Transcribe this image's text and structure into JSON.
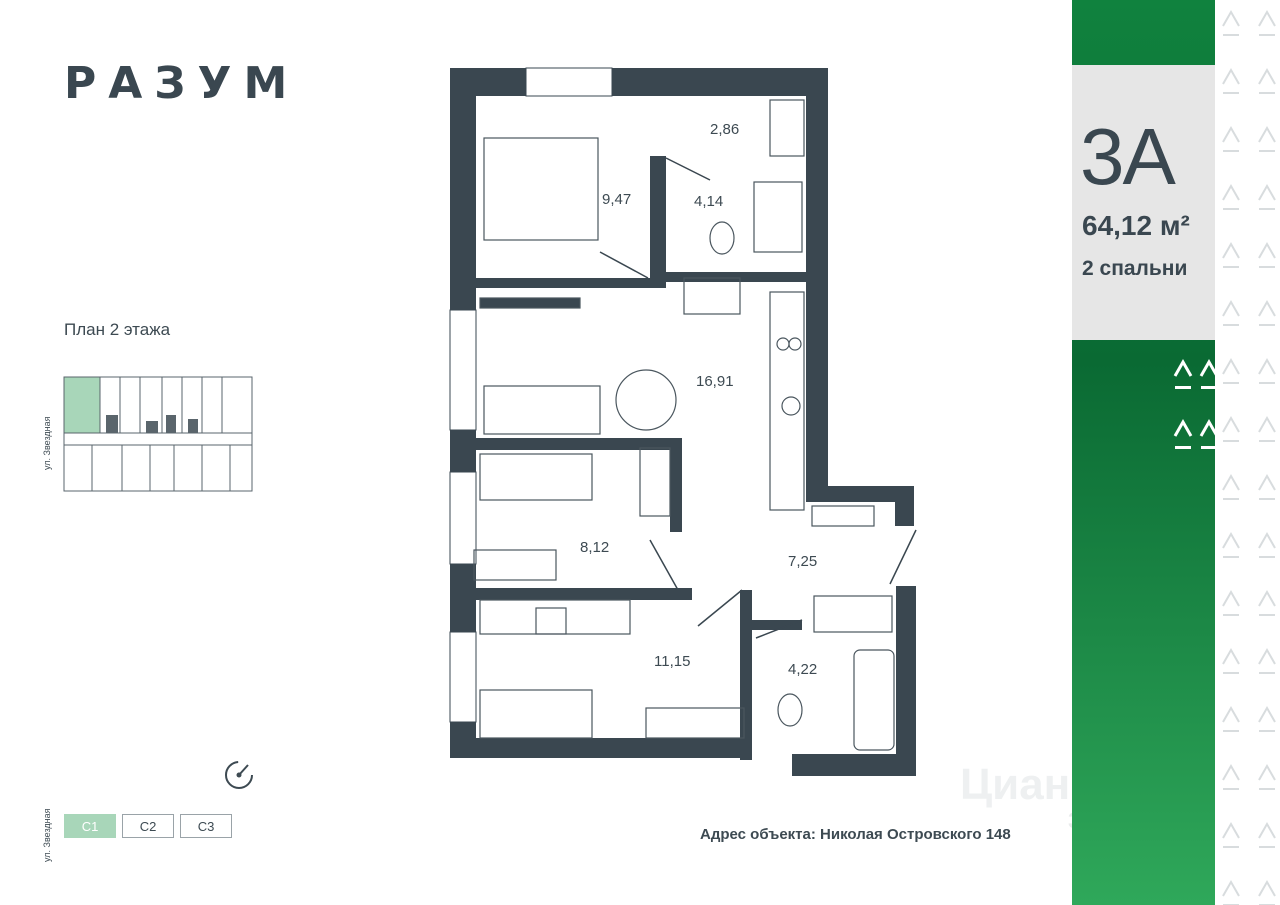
{
  "brand": {
    "logo_text": "РАЗУМ"
  },
  "floor_plan_title": "План 2 этажа",
  "street_labels": [
    "ул. Звездная",
    "ул. Звездная"
  ],
  "sections": [
    {
      "label": "С1",
      "active": true
    },
    {
      "label": "С2",
      "active": false
    },
    {
      "label": "С3",
      "active": false
    }
  ],
  "apartment": {
    "type": "3А",
    "area": "64,12 м²",
    "bedrooms": "2 спальни"
  },
  "rooms": [
    {
      "label": "2,86"
    },
    {
      "label": "9,47"
    },
    {
      "label": "4,14"
    },
    {
      "label": "16,91"
    },
    {
      "label": "8,12"
    },
    {
      "label": "7,25"
    },
    {
      "label": "11,15"
    },
    {
      "label": "4,22"
    }
  ],
  "address": "Адрес объекта: Николая Островского 148",
  "watermark": {
    "text": "Циан",
    "id": "363701"
  },
  "colors": {
    "accent_green": "#10823e",
    "wall_dark": "#3a4750",
    "section_active": "#a8d6b9",
    "card_bg": "#e6e6e6"
  }
}
